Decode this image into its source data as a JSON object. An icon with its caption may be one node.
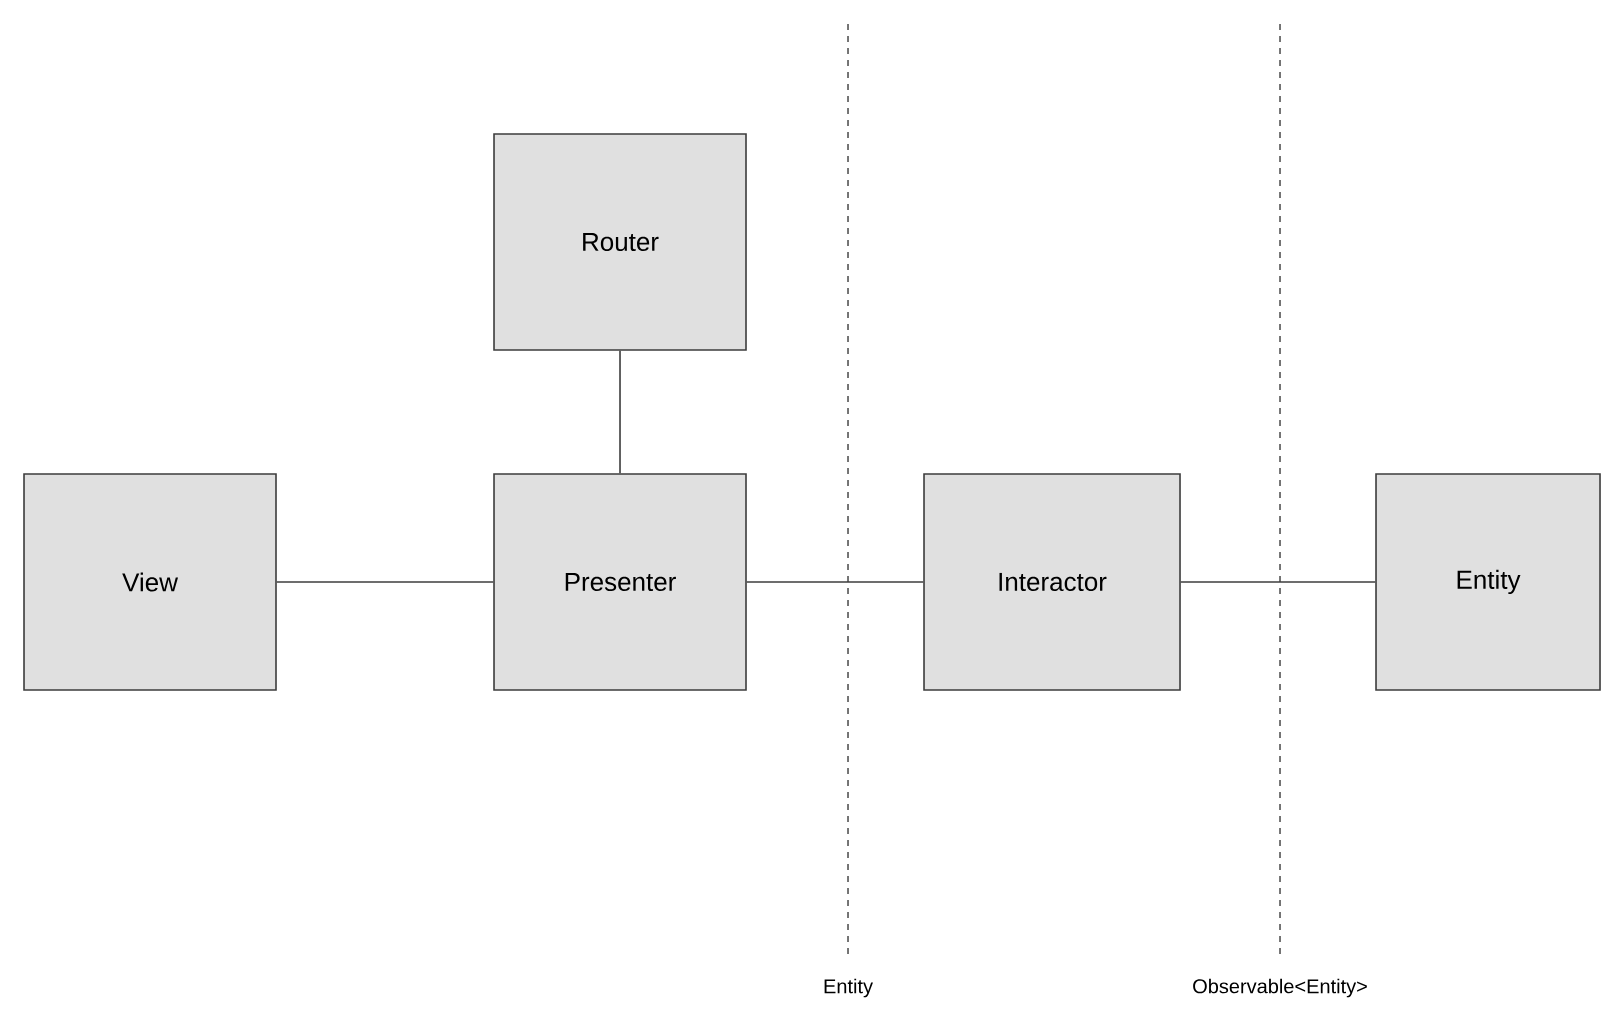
{
  "diagram": {
    "nodes": [
      {
        "text": [
          "Router"
        ]
      },
      {
        "text": [
          "View"
        ]
      },
      {
        "text": [
          "Presenter"
        ]
      },
      {
        "text": [
          "Interactor"
        ]
      },
      {
        "text": [
          "Entity"
        ]
      }
    ],
    "edges": [
      {
        "from": 0,
        "to": 2,
        "arrow": "none"
      },
      {
        "from": 1,
        "to": 2,
        "arrow": "none"
      },
      {
        "from": 2,
        "to": 3,
        "arrow": "none"
      },
      {
        "from": 3,
        "to": 4,
        "arrow": "none"
      }
    ],
    "labels": [
      "Entity",
      "Observable<Entity>"
    ]
  }
}
